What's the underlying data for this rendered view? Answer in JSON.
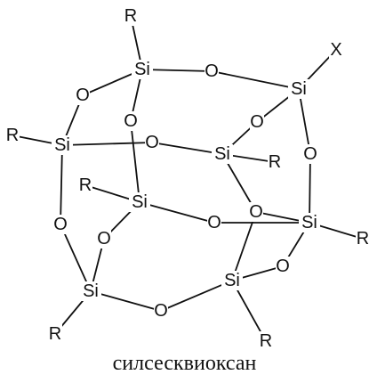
{
  "diagram": {
    "caption": "силсесквиоксан",
    "labels": {
      "silicon": "Si",
      "oxygen": "O",
      "substituent": "R",
      "functional_group": "X"
    }
  }
}
